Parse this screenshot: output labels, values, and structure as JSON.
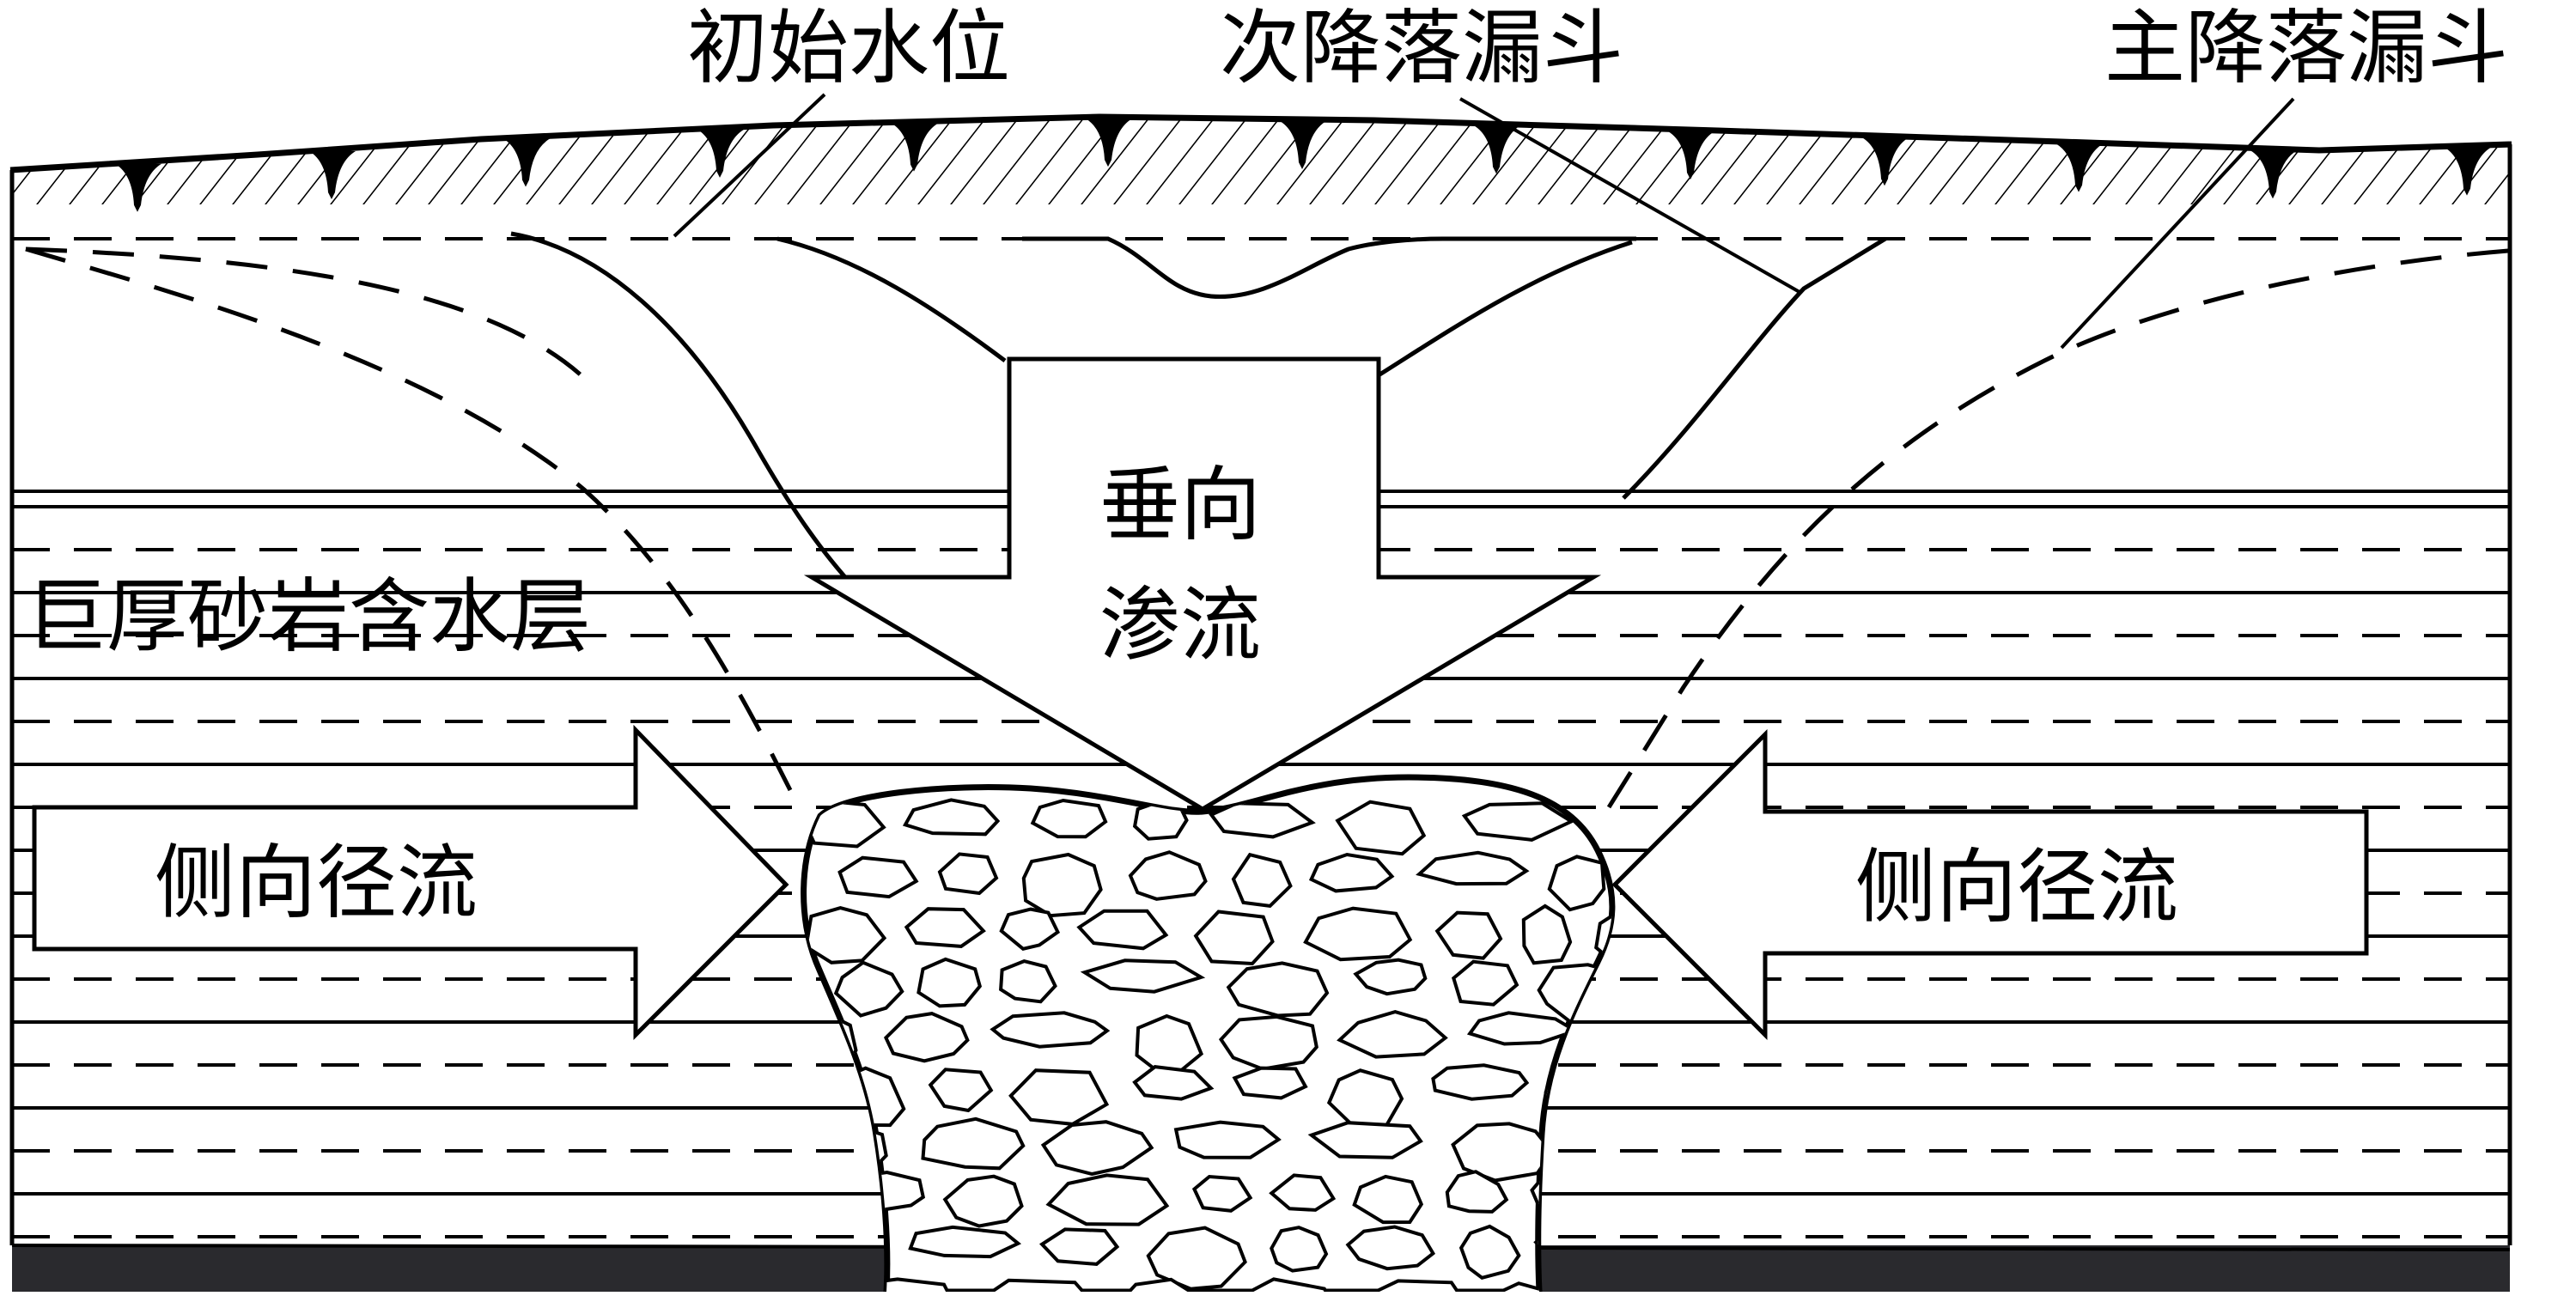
{
  "diagram": {
    "labels": {
      "initial_water_level": "初始水位",
      "secondary_cone": "次降落漏斗",
      "main_cone": "主降落漏斗",
      "aquifer": "巨厚砂岩含水层",
      "vertical_seepage_line1": "垂向",
      "vertical_seepage_line2": "渗流",
      "lateral_runoff_left": "侧向径流",
      "lateral_runoff_right": "侧向径流"
    },
    "colors": {
      "stroke": "#000000",
      "fill": "#ffffff",
      "base_layer": "#2a2a2e"
    }
  }
}
